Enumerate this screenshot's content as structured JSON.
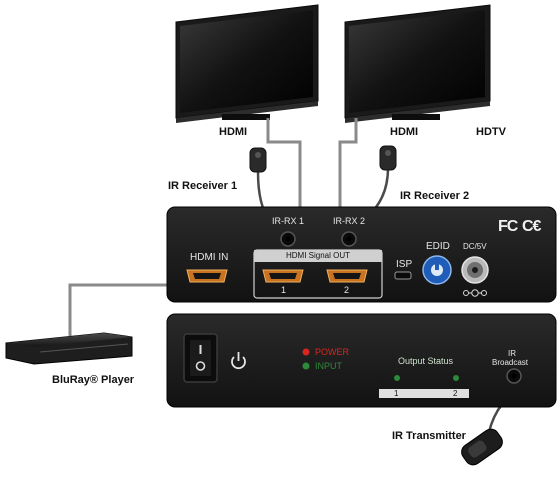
{
  "displays": {
    "left_port_label": "HDMI",
    "right_port_label": "HDMI",
    "hdtv_label": "HDTV"
  },
  "ir_receivers": {
    "receiver1_label": "IR Receiver 1",
    "receiver2_label": "IR Receiver 2"
  },
  "rear_panel": {
    "irrx1": "IR-RX 1",
    "irrx2": "IR-RX 2",
    "hdmi_in": "HDMI IN",
    "hdmi_signal_out": "HDMI Signal OUT",
    "out1": "1",
    "out2": "2",
    "isp": "ISP",
    "edid": "EDID",
    "dc": "DC/5V",
    "fcc": "FC",
    "ce": "C€"
  },
  "front_panel": {
    "power": "POWER",
    "input": "INPUT",
    "output_status": "Output Status",
    "out1": "1",
    "out2": "2",
    "ir_broadcast_line1": "IR",
    "ir_broadcast_line2": "Broadcast"
  },
  "player": {
    "label": "BluRay® Player"
  },
  "ir_transmitter": {
    "label": "IR Transmitter"
  },
  "colors": {
    "device_body": "#1c1c1c",
    "hdmi_port": "#c9721f",
    "led_red": "#d8261e",
    "led_green": "#2e8a3a",
    "edid_dial": "#1f5db8"
  }
}
